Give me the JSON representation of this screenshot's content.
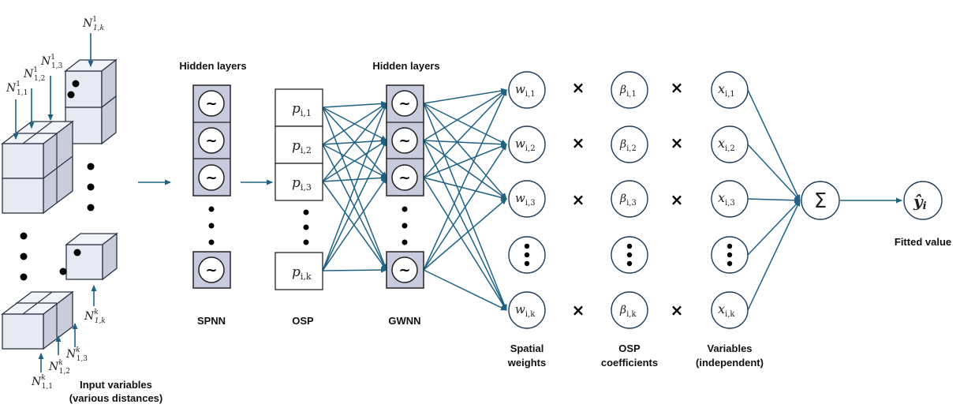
{
  "labels": {
    "hidden_layers_1": "Hidden layers",
    "hidden_layers_2": "Hidden layers",
    "spnn": "SPNN",
    "osp": "OSP",
    "gwnn": "GWNN",
    "spatial_weights_1": "Spatial",
    "spatial_weights_2": "weights",
    "osp_coef_1": "OSP",
    "osp_coef_2": "coefficients",
    "variables_1": "Variables",
    "variables_2": "(independent)",
    "fitted_value": "Fitted value",
    "input_variables_1": "Input variables",
    "input_variables_2": "(various distances)"
  },
  "symbols": {
    "neuron_glyph": "~",
    "multiply": "×",
    "sum": "Σ",
    "output": "ŷ",
    "output_sub": "i"
  },
  "input_labels": {
    "top": [
      {
        "base": "N",
        "sup": "1",
        "sub": "1,1"
      },
      {
        "base": "N",
        "sup": "1",
        "sub": "1,2"
      },
      {
        "base": "N",
        "sup": "1",
        "sub": "1,3"
      },
      {
        "base": "N",
        "sup": "1",
        "sub": "1,k"
      }
    ],
    "bottom": [
      {
        "base": "N",
        "sup": "k",
        "sub": "1,1"
      },
      {
        "base": "N",
        "sup": "k",
        "sub": "1,2"
      },
      {
        "base": "N",
        "sup": "k",
        "sub": "1,3"
      },
      {
        "base": "N",
        "sup": "k",
        "sub": "1,k"
      }
    ]
  },
  "osp_nodes": [
    {
      "base": "p",
      "sub": "i,1"
    },
    {
      "base": "p",
      "sub": "i,2"
    },
    {
      "base": "p",
      "sub": "i,3"
    },
    {
      "base": "p",
      "sub": "i,k"
    }
  ],
  "weights": [
    {
      "base": "w",
      "sub": "i,1"
    },
    {
      "base": "w",
      "sub": "i,2"
    },
    {
      "base": "w",
      "sub": "i,3"
    },
    {
      "base": "w",
      "sub": "i,k"
    }
  ],
  "betas": [
    {
      "base": "β",
      "sub": "i,1"
    },
    {
      "base": "β",
      "sub": "i,2"
    },
    {
      "base": "β",
      "sub": "i,3"
    },
    {
      "base": "β",
      "sub": "i,k"
    }
  ],
  "variables": [
    {
      "base": "x",
      "sub": "i,1"
    },
    {
      "base": "x",
      "sub": "i,2"
    },
    {
      "base": "x",
      "sub": "i,3"
    },
    {
      "base": "x",
      "sub": "i,k"
    }
  ]
}
